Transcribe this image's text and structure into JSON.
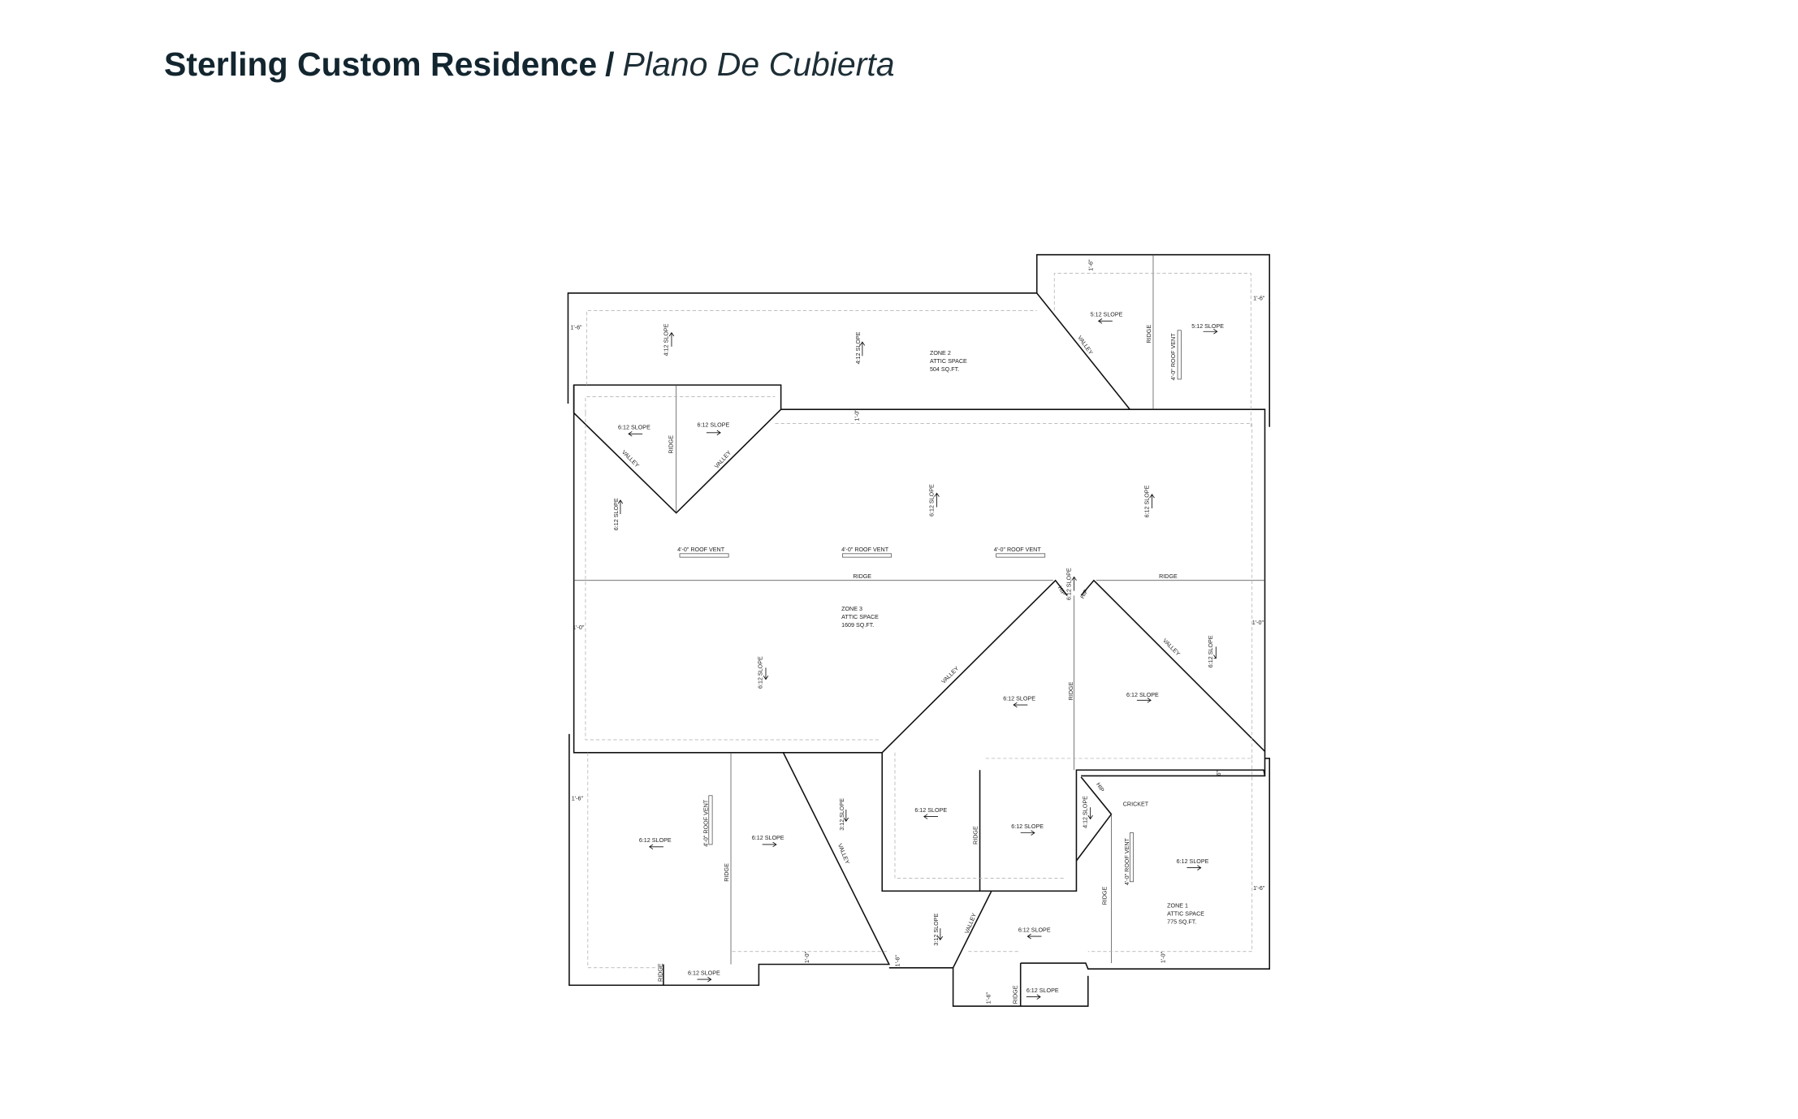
{
  "header": {
    "title": "Sterling Custom Residence",
    "separator": "/",
    "subtitle": "Plano De Cubierta"
  },
  "plan": {
    "zones": [
      {
        "name": "ZONE 2",
        "use": "ATTIC SPACE",
        "area": "504 SQ.FT."
      },
      {
        "name": "ZONE 3",
        "use": "ATTIC SPACE",
        "area": "1609 SQ.FT."
      },
      {
        "name": "ZONE 1",
        "use": "ATTIC SPACE",
        "area": "775 SQ.FT."
      }
    ],
    "labels": [
      "1'-6\"",
      "4:12 SLOPE",
      "4:12 SLOPE",
      "1'-6\"",
      "5:12 SLOPE",
      "VALLEY",
      "RIDGE",
      "4'-0\" ROOF VENT",
      "5:12 SLOPE",
      "1'-6\"",
      "6:12 SLOPE",
      "6:12 SLOPE",
      "RIDGE",
      "VALLEY",
      "VALLEY",
      "1'-0\"",
      "6:12 SLOPE",
      "6:12 SLOPE",
      "6:12 SLOPE",
      "4'-0\" ROOF VENT",
      "4'-0\" ROOF VENT",
      "4'-0\" ROOF VENT",
      "RIDGE",
      "RIDGE",
      "6:12 SLOPE",
      "HIP",
      "HIP",
      "1'-0\"",
      "1'-0\"",
      "6:12 SLOPE",
      "VALLEY",
      "VALLEY",
      "6:12 SLOPE",
      "RIDGE",
      "6:12 SLOPE",
      "6:12 SLOPE",
      "6\"",
      "1'-6\"",
      "HIP",
      "CRICKET",
      "4'-0\" ROOF VENT",
      "3:12 SLOPE",
      "6:12 SLOPE",
      "6:12 SLOPE",
      "4:12 SLOPE",
      "6:12 SLOPE",
      "6:12 SLOPE",
      "VALLEY",
      "RIDGE",
      "4'-0\" ROOF VENT",
      "6:12 SLOPE",
      "RIDGE",
      "RIDGE",
      "1'-6\"",
      "3:12 SLOPE",
      "VALLEY",
      "6:12 SLOPE",
      "1'-0\"",
      "1'-6\"",
      "1'-0\"",
      "RIDGE",
      "6:12 SLOPE",
      "1'-6\"",
      "RIDGE",
      "6:12 SLOPE"
    ]
  }
}
